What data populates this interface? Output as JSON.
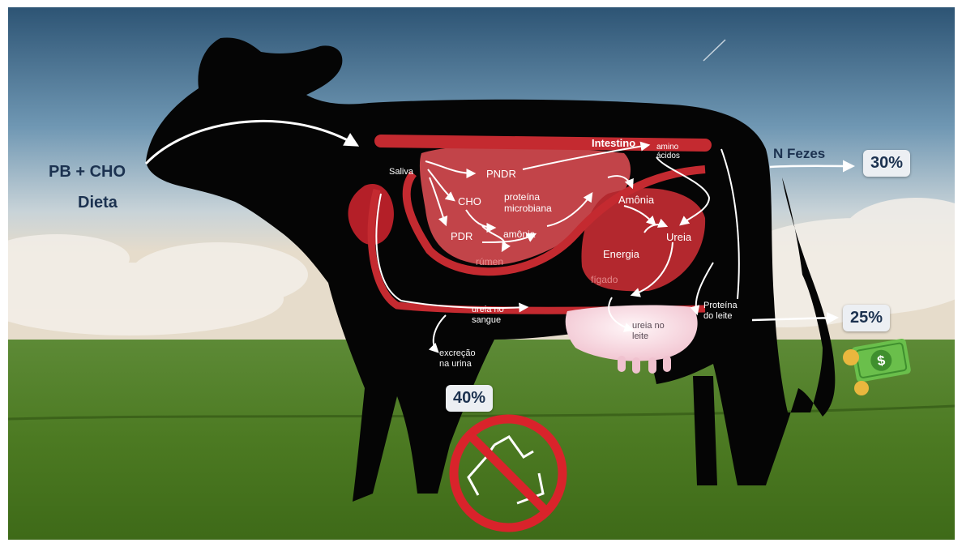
{
  "diet": {
    "line1": "PB + CHO",
    "line2": "Dieta"
  },
  "organs": {
    "saliva": "Saliva",
    "pndr": "PNDR",
    "cho": "CHO",
    "pdr": "PDR",
    "proteina_l1": "proteína",
    "proteina_l2": "microbiana",
    "amonia_rumen": "amônia",
    "rumen": "rúmen",
    "intestino": "Intestino",
    "amino_l1": "amino",
    "amino_l2": "ácidos",
    "amonia": "Amônia",
    "ureia": "Ureia",
    "energia": "Energia",
    "figado": "fígado",
    "ureia_sangue_l1": "ureia no",
    "ureia_sangue_l2": "sangue",
    "ureia_leite_l1": "ureia no",
    "ureia_leite_l2": "leite",
    "proteina_leite_l1": "Proteína",
    "proteina_leite_l2": "do leite",
    "excrecao_l1": "excreção",
    "excrecao_l2": "na urina"
  },
  "outputs": {
    "n_fezes": "N Fezes",
    "pct_fezes": "30%",
    "pct_leite": "25%",
    "pct_urina": "40%"
  },
  "icons": {
    "money": "money-icon",
    "no_recycle": "no-recycle-icon",
    "dollar": "$"
  },
  "colors": {
    "label_dark": "#1c3250",
    "organ_red": "#c9242b",
    "prohibit_red": "#d9232b"
  }
}
